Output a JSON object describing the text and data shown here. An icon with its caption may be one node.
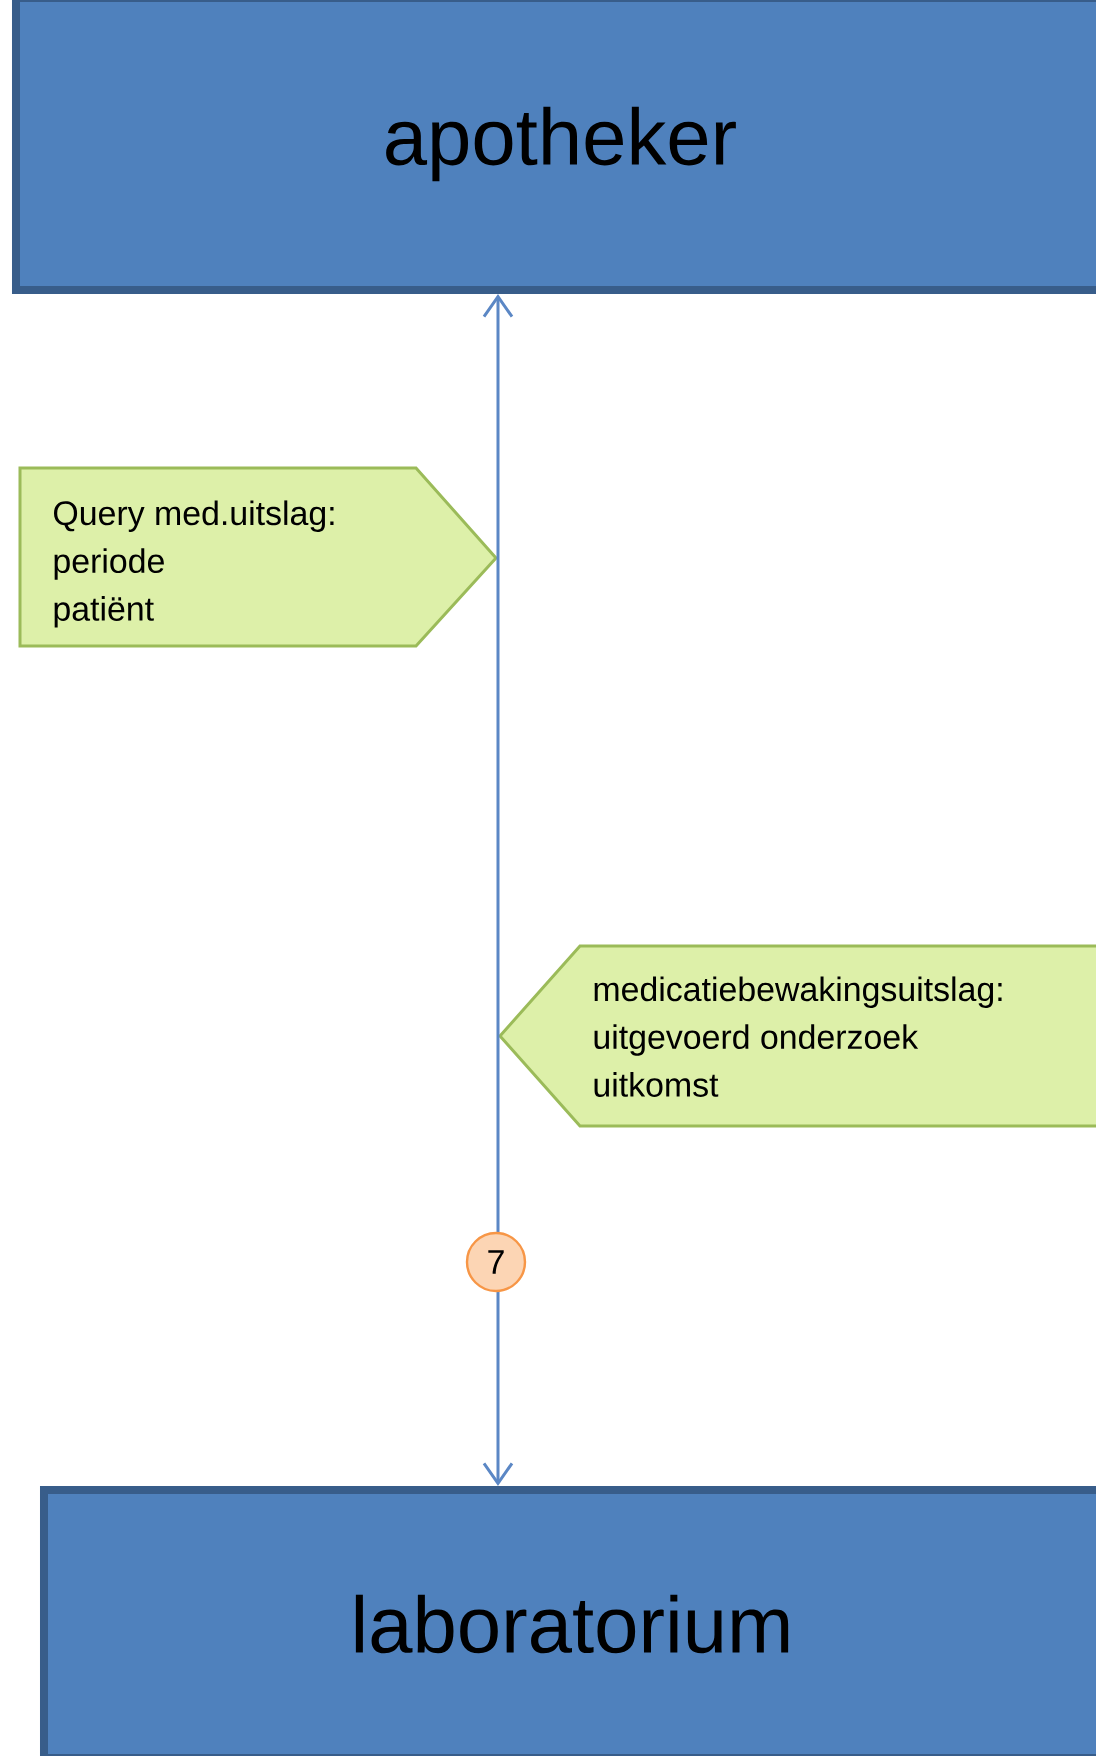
{
  "diagram": {
    "nodes": [
      {
        "text": [
          "apotheker"
        ]
      },
      {
        "text": [
          "laboratorium"
        ]
      },
      {
        "text": [
          "Query med.uitslag:",
          "periode",
          "patiënt"
        ]
      },
      {
        "text": [
          "medicatiebewakingsuitslag:",
          "uitgevoerd onderzoek",
          "uitkomst"
        ]
      }
    ],
    "edges": [
      {
        "from": 0,
        "to": 1,
        "arrow": "both",
        "label": "7"
      }
    ]
  }
}
